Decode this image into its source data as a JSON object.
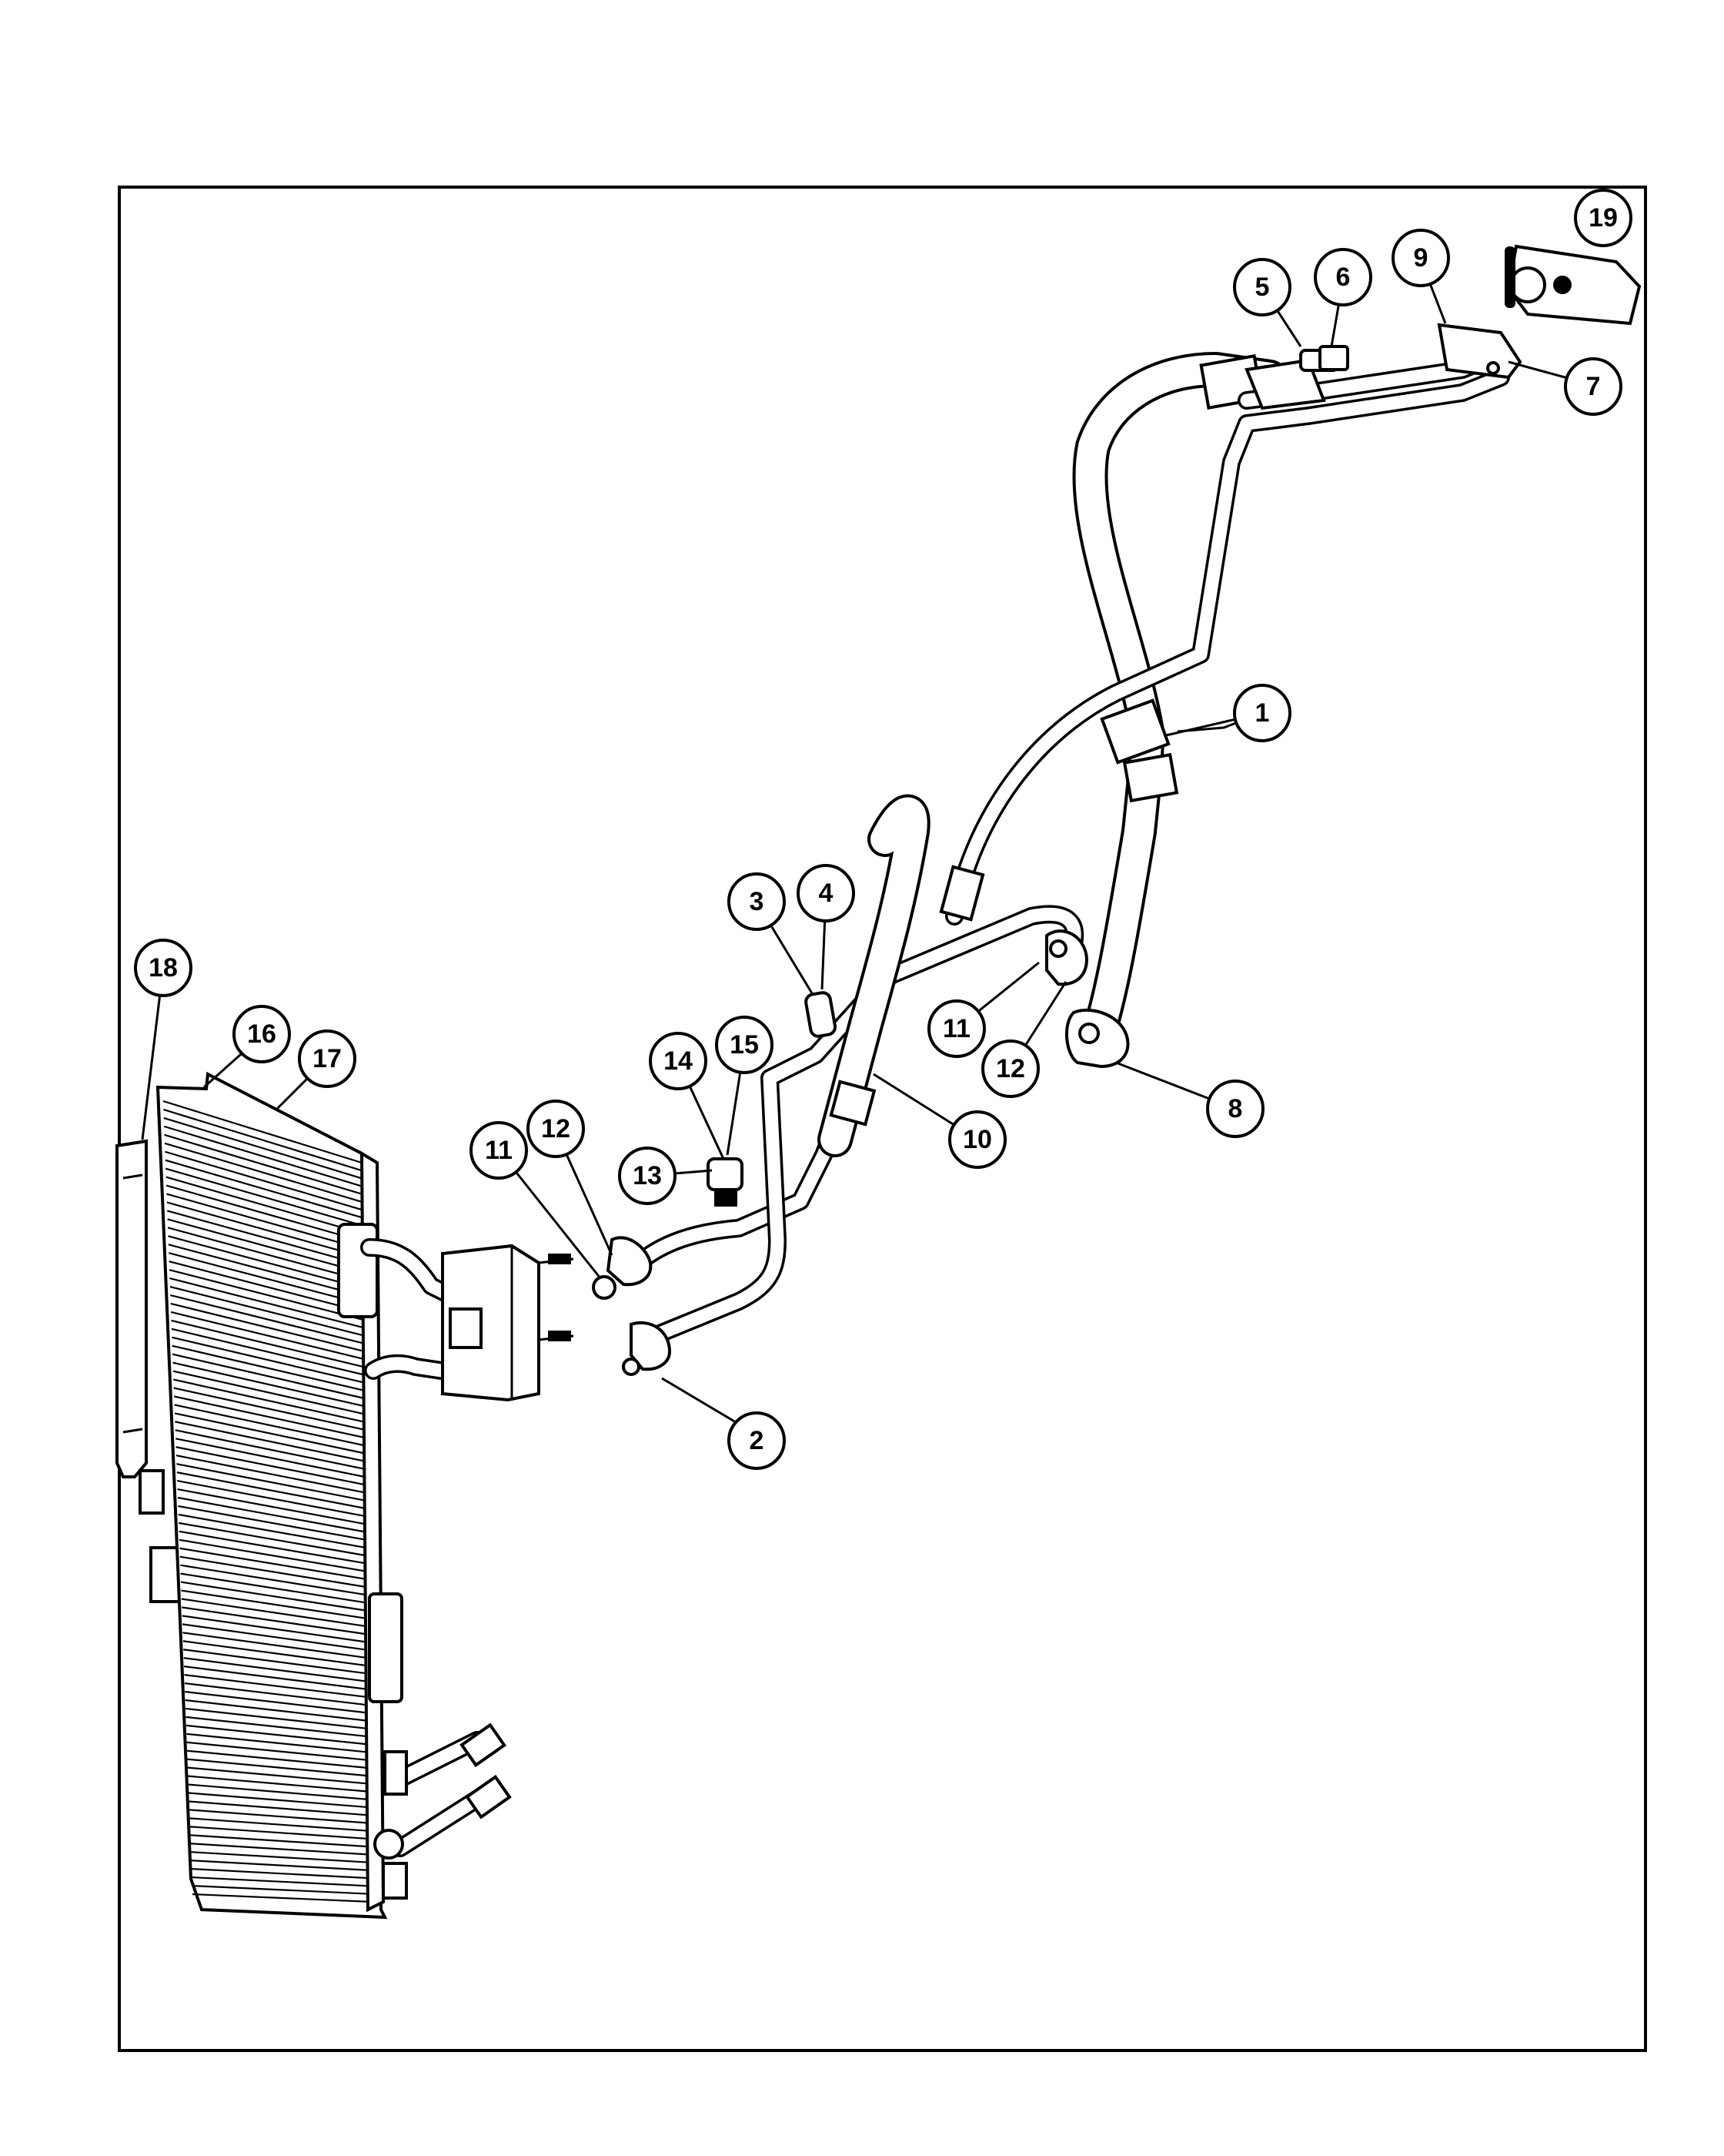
{
  "diagram": {
    "type": "exploded parts diagram",
    "callouts": [
      {
        "id": "callout-1",
        "label": "1"
      },
      {
        "id": "callout-2",
        "label": "2"
      },
      {
        "id": "callout-3",
        "label": "3"
      },
      {
        "id": "callout-4",
        "label": "4"
      },
      {
        "id": "callout-5",
        "label": "5"
      },
      {
        "id": "callout-6",
        "label": "6"
      },
      {
        "id": "callout-7",
        "label": "7"
      },
      {
        "id": "callout-8",
        "label": "8"
      },
      {
        "id": "callout-9",
        "label": "9"
      },
      {
        "id": "callout-10",
        "label": "10"
      },
      {
        "id": "callout-11a",
        "label": "11"
      },
      {
        "id": "callout-11b",
        "label": "11"
      },
      {
        "id": "callout-12a",
        "label": "12"
      },
      {
        "id": "callout-12b",
        "label": "12"
      },
      {
        "id": "callout-13",
        "label": "13"
      },
      {
        "id": "callout-14",
        "label": "14"
      },
      {
        "id": "callout-15",
        "label": "15"
      },
      {
        "id": "callout-16",
        "label": "16"
      },
      {
        "id": "callout-17",
        "label": "17"
      },
      {
        "id": "callout-18",
        "label": "18"
      },
      {
        "id": "callout-19",
        "label": "19"
      }
    ],
    "colors": {
      "line": "#000000",
      "background": "#ffffff"
    }
  }
}
